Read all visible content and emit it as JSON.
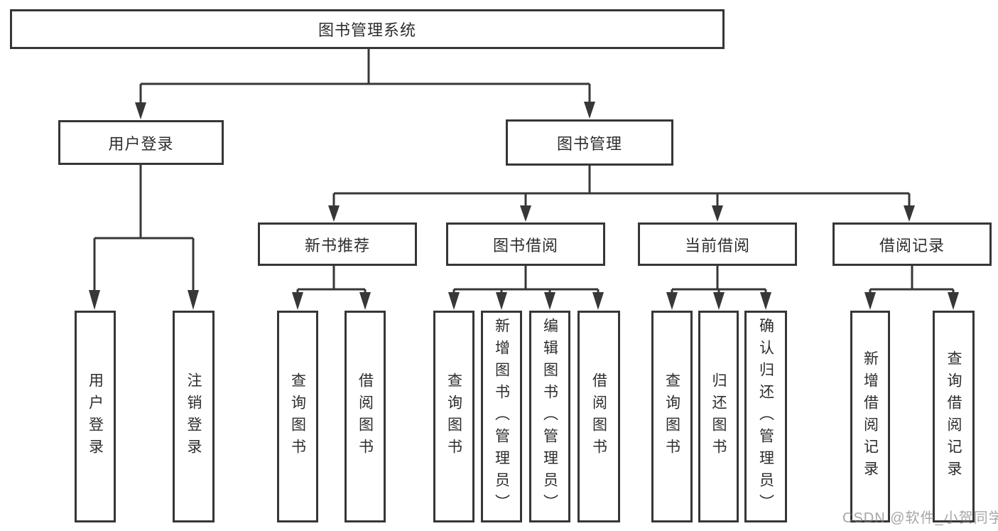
{
  "diagram": {
    "root": {
      "label": "图书管理系统"
    },
    "level2": [
      {
        "label": "用户登录"
      },
      {
        "label": "图书管理"
      }
    ],
    "level3": [
      {
        "label": "新书推荐"
      },
      {
        "label": "图书借阅"
      },
      {
        "label": "当前借阅"
      },
      {
        "label": "借阅记录"
      }
    ],
    "leaves": {
      "user_login": [
        "用户登录",
        "注销登录"
      ],
      "new_book": [
        "查询图书",
        "借阅图书"
      ],
      "book_borrow": [
        "查询图书",
        "新增图书（管理员）",
        "编辑图书（管理员）",
        "借阅图书"
      ],
      "current_borrow": [
        "查询图书",
        "归还图书",
        "确认归还（管理员）"
      ],
      "borrow_record": [
        "新增借阅记录",
        "查询借阅记录"
      ]
    },
    "colors": {
      "line": "#373737",
      "text": "#2d2d2d",
      "watermark": "#808085"
    }
  },
  "watermark": {
    "text": "CSDN @软件_小贺同学"
  }
}
